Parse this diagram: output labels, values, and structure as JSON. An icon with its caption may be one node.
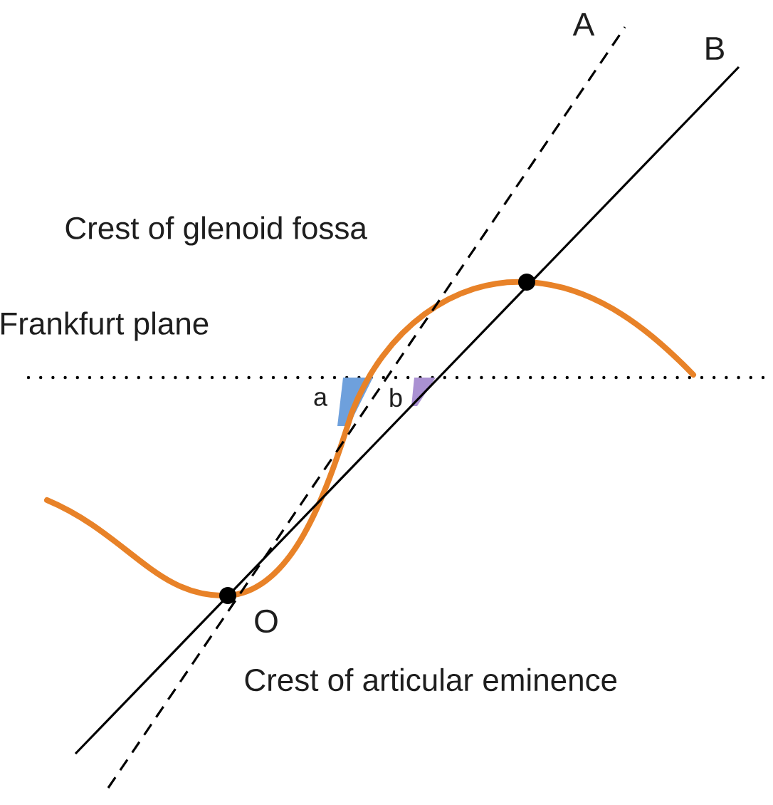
{
  "diagram": {
    "labels": [
      "A",
      "B",
      "Crest of glenoid fossa",
      "Frankfurt plane",
      "a",
      "b",
      "O",
      "Crest of articular eminence"
    ]
  }
}
